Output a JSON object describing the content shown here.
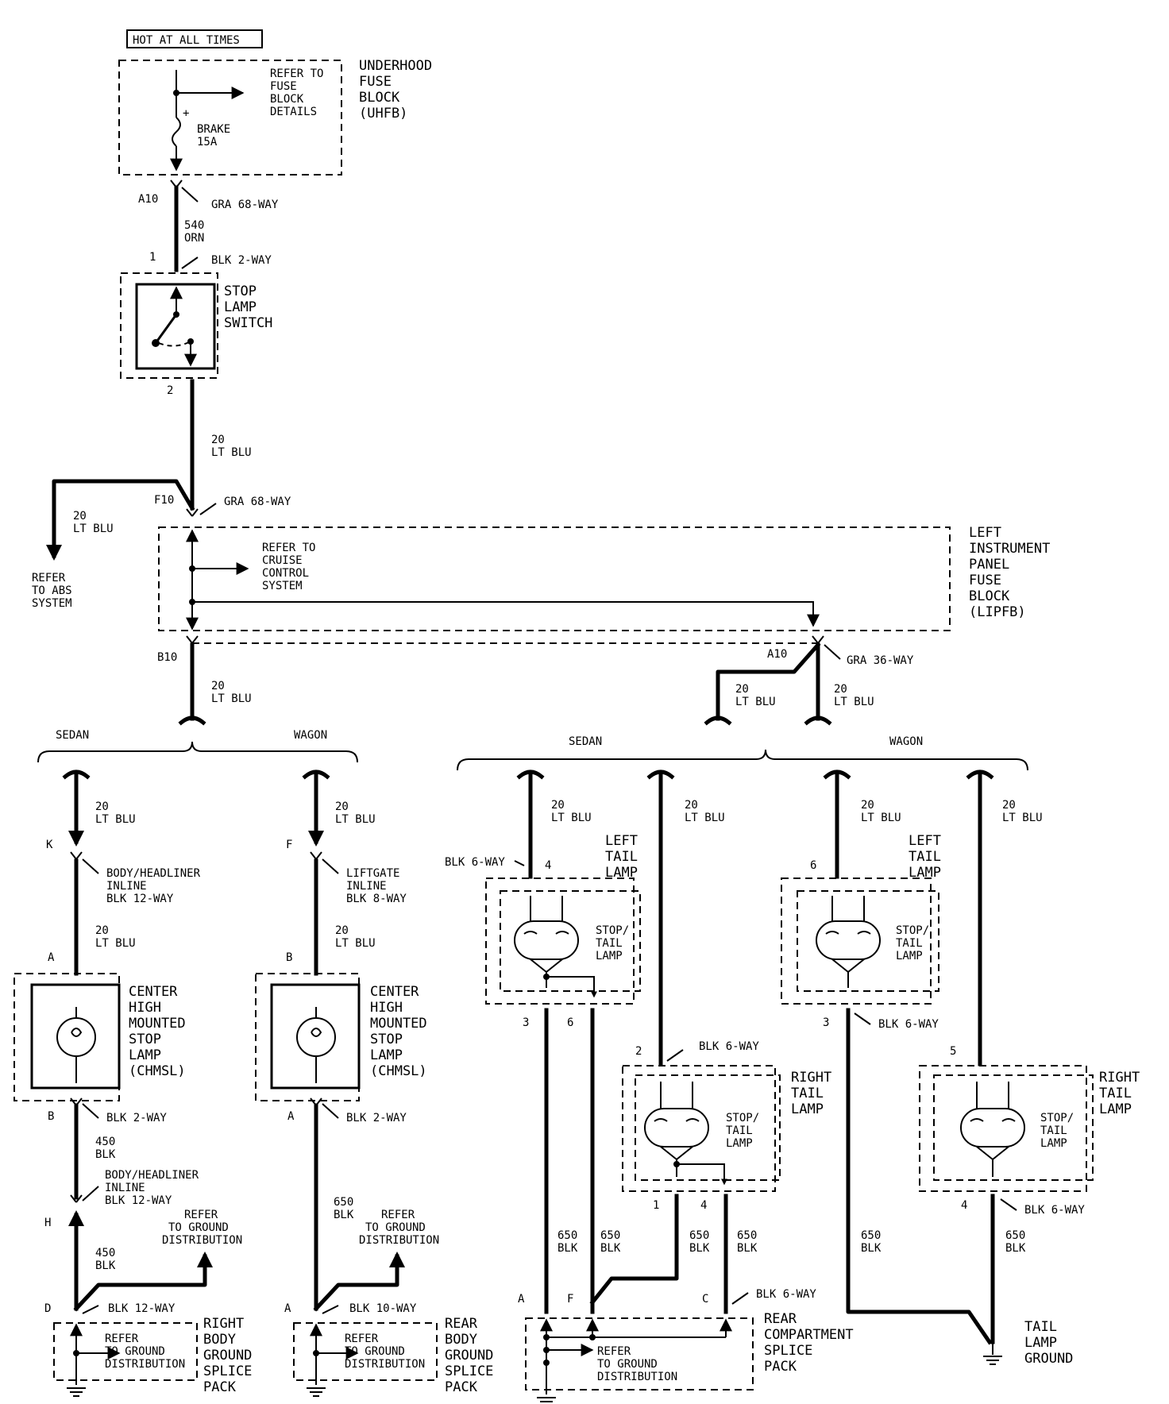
{
  "header": {
    "hot_at_all_times": "HOT AT ALL TIMES"
  },
  "uhfb": {
    "title": [
      "UNDERHOOD",
      "FUSE",
      "BLOCK",
      "(UHFB)"
    ],
    "refer": [
      "REFER TO",
      "FUSE",
      "BLOCK",
      "DETAILS"
    ],
    "fuse": [
      "BRAKE",
      "15A"
    ],
    "fuse_plus": "+"
  },
  "connectors": {
    "gra68_top": "GRA 68-WAY",
    "gra68_mid": "GRA 68-WAY",
    "blk2_top": "BLK 2-WAY",
    "gra36": "GRA 36-WAY",
    "body_inline_1": [
      "BODY/HEADLINER",
      "INLINE",
      "BLK 12-WAY"
    ],
    "liftgate_inline": [
      "LIFTGATE",
      "INLINE",
      "BLK 8-WAY"
    ],
    "blk2_chmsl_left": "BLK 2-WAY",
    "blk2_chmsl_right": "BLK 2-WAY",
    "body_inline_2": [
      "BODY/HEADLINER",
      "INLINE",
      "BLK 12-WAY"
    ],
    "blk12_ground": "BLK 12-WAY",
    "blk10_ground": "BLK 10-WAY",
    "blk6_left_tail_top": "BLK 6-WAY",
    "blk6_wagon_left_bottom": "BLK 6-WAY",
    "blk6_sedan_right_top": "BLK 6-WAY",
    "blk6_wagon_right_bottom": "BLK 6-WAY",
    "blk6_splice": "BLK 6-WAY"
  },
  "pins": {
    "a10": "A10",
    "p1": "1",
    "p2": "2",
    "f10": "F10",
    "b10": "B10",
    "a10b": "A10",
    "k": "K",
    "f": "F",
    "a_left": "A",
    "b_right": "B",
    "b_left": "B",
    "a_right": "A",
    "h": "H",
    "d": "D",
    "a_ground": "A",
    "lt4": "4",
    "lt3": "3",
    "lt6": "6",
    "rt2": "2",
    "rt1": "1",
    "rt4": "4",
    "wlt6": "6",
    "wlt3": "3",
    "wrt5": "5",
    "wrt4": "4",
    "sp_a": "A",
    "sp_f": "F",
    "sp_c": "C"
  },
  "wires": {
    "w540": [
      "540",
      "ORN"
    ],
    "ltblu": [
      "20",
      "LT BLU"
    ],
    "blk450": [
      "450",
      "BLK"
    ],
    "blk650": [
      "650",
      "BLK"
    ]
  },
  "stop_switch": [
    "STOP",
    "LAMP",
    "SWITCH"
  ],
  "abs": [
    "REFER",
    "TO ABS",
    "SYSTEM"
  ],
  "lipfb": {
    "title": [
      "LEFT",
      "INSTRUMENT",
      "PANEL",
      "FUSE",
      "BLOCK",
      "(LIPFB)"
    ],
    "refer": [
      "REFER TO",
      "CRUISE",
      "CONTROL",
      "SYSTEM"
    ]
  },
  "groups": {
    "sedan_left": "SEDAN",
    "wagon_left": "WAGON",
    "sedan_right": "SEDAN",
    "wagon_right": "WAGON"
  },
  "chmsl": [
    "CENTER",
    "HIGH",
    "MOUNTED",
    "STOP",
    "LAMP",
    "(CHMSL)"
  ],
  "ground_dist": [
    "REFER",
    "TO GROUND",
    "DISTRIBUTION"
  ],
  "right_body_ground": {
    "refer": [
      "REFER",
      "TO GROUND",
      "DISTRIBUTION"
    ],
    "title": [
      "RIGHT",
      "BODY",
      "GROUND",
      "SPLICE",
      "PACK"
    ]
  },
  "rear_body_ground": {
    "refer": [
      "REFER",
      "TO GROUND",
      "DISTRIBUTION"
    ],
    "title": [
      "REAR",
      "BODY",
      "GROUND",
      "SPLICE",
      "PACK"
    ]
  },
  "left_tail": [
    "LEFT",
    "TAIL",
    "LAMP"
  ],
  "right_tail": [
    "RIGHT",
    "TAIL",
    "LAMP"
  ],
  "stop_tail": [
    "STOP/",
    "TAIL",
    "LAMP"
  ],
  "rear_splice": {
    "refer": [
      "REFER",
      "TO GROUND",
      "DISTRIBUTION"
    ],
    "title": [
      "REAR",
      "COMPARTMENT",
      "SPLICE",
      "PACK"
    ]
  },
  "tail_ground": [
    "TAIL",
    "LAMP",
    "GROUND"
  ]
}
